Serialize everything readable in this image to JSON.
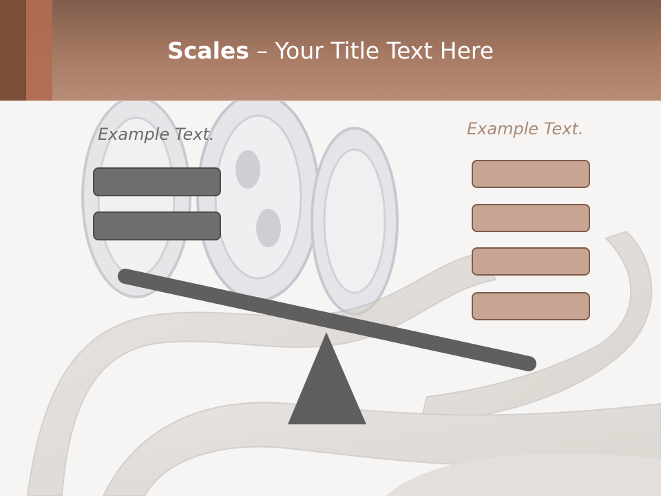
{
  "slide": {
    "title_bold": "Scales",
    "title_rest": " – Your Title Text Here"
  },
  "left": {
    "label": "Example Text.",
    "boxes": 2
  },
  "right": {
    "label": "Example Text.",
    "boxes": 4
  },
  "colors": {
    "header": "#a77a64",
    "grey_box": "#6e6e6e",
    "tan_box": "#c8a592",
    "beam": "#5e5e5e"
  }
}
